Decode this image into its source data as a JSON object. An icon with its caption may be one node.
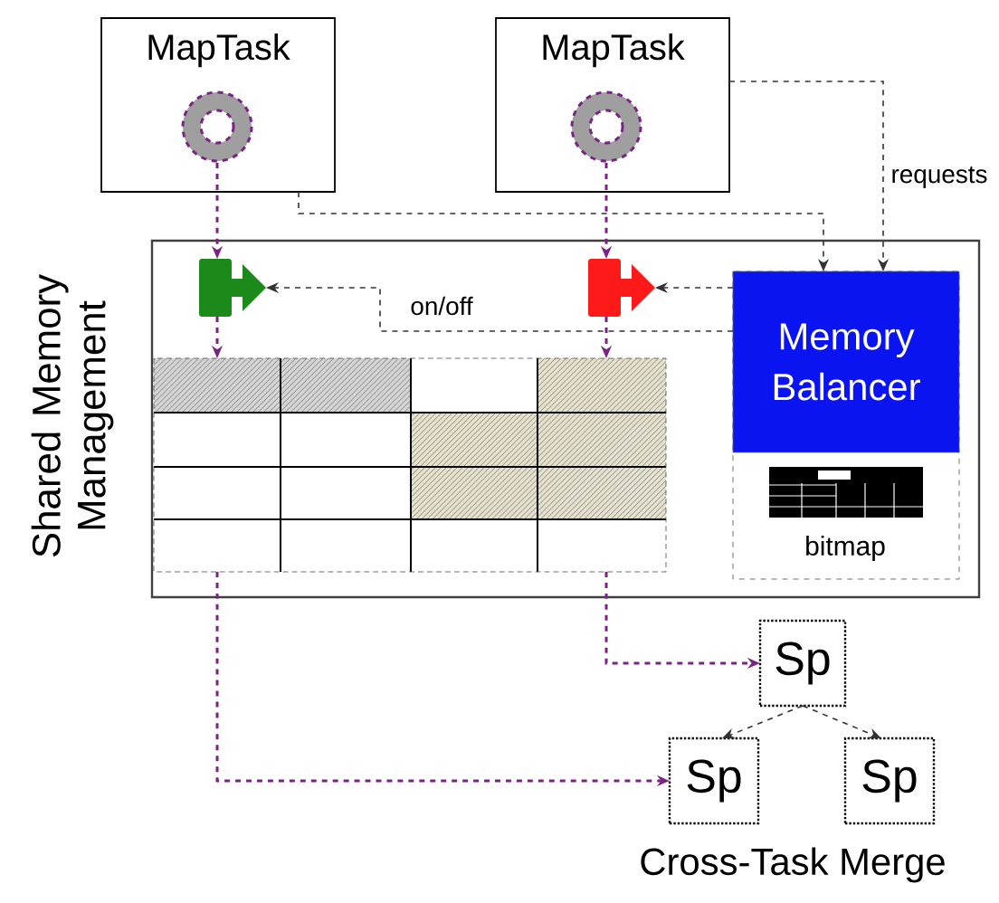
{
  "diagram": {
    "nodes": [
      {
        "text": [
          "MapTask"
        ]
      },
      {
        "text": [
          "MapTask"
        ]
      },
      {
        "text": [],
        "shape": "circle",
        "in": 0
      },
      {
        "text": [],
        "shape": "circle",
        "in": 1
      },
      {
        "text": [
          "Shared Memory Management"
        ]
      },
      {
        "text": [],
        "shape": "valve",
        "in": 4
      },
      {
        "text": [],
        "shape": "valve",
        "in": 4
      },
      {
        "text": [
          "Memory Balancer"
        ],
        "in": 4
      },
      {
        "text": [],
        "shape": "grid",
        "in": 4
      },
      {
        "text": [
          "Sp"
        ]
      },
      {
        "text": [
          "Sp"
        ]
      },
      {
        "text": [
          "Sp"
        ]
      }
    ],
    "edges": [
      {
        "from": 2,
        "to": 5,
        "arrow": "to",
        "style": "dashed",
        "color": "#7b2385"
      },
      {
        "from": 3,
        "to": 6,
        "arrow": "to",
        "style": "dashed",
        "color": "#7b2385"
      },
      {
        "from": 5,
        "to": 8,
        "arrow": "to",
        "style": "dashed",
        "color": "#7b2385"
      },
      {
        "from": 6,
        "to": 8,
        "arrow": "to",
        "style": "dashed",
        "color": "#7b2385"
      },
      {
        "from": 8,
        "to": 10,
        "arrow": "to",
        "style": "dashed",
        "color": "#7b2385"
      },
      {
        "from": 8,
        "to": 9,
        "arrow": "to",
        "style": "dashed",
        "color": "#7b2385"
      },
      {
        "from": 0,
        "to": 7,
        "arrow": "to",
        "style": "dashed"
      },
      {
        "from": 1,
        "to": 7,
        "arrow": "to",
        "style": "dashed",
        "label": "requests"
      },
      {
        "from": 7,
        "to": 5,
        "arrow": "to",
        "style": "dashed",
        "label": "on/off"
      },
      {
        "from": 7,
        "to": 6,
        "arrow": "to",
        "style": "dashed"
      },
      {
        "from": 9,
        "to": 10,
        "arrow": "to",
        "style": "dashed"
      },
      {
        "from": 9,
        "to": 11,
        "arrow": "to",
        "style": "dashed"
      }
    ],
    "labels": [
      "bitmap",
      "Cross-Task Merge"
    ]
  }
}
